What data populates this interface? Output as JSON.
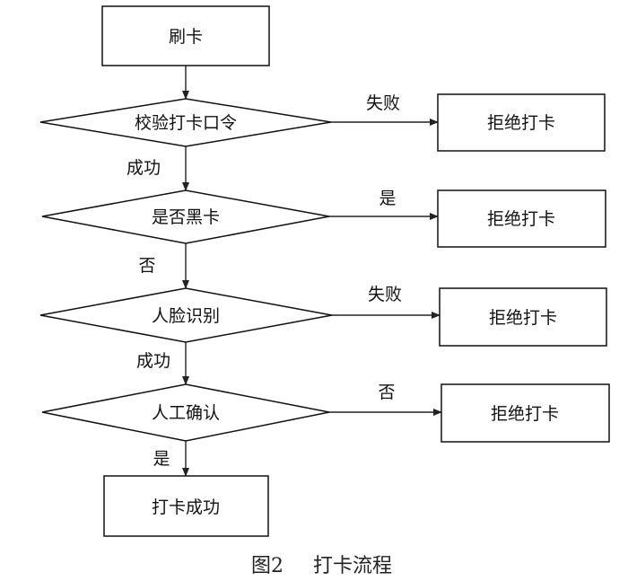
{
  "colors": {
    "stroke": "#111111",
    "background": "#ffffff",
    "text": "#111111"
  },
  "nodes": {
    "swipe_card": "刷卡",
    "verify_password": "校验打卡口令",
    "is_blacklisted": "是否黑卡",
    "face_recognition": "人脸识别",
    "manual_confirm": "人工确认",
    "reject_1": "拒绝打卡",
    "reject_2": "拒绝打卡",
    "reject_3": "拒绝打卡",
    "reject_4": "拒绝打卡",
    "success": "打卡成功"
  },
  "edges": {
    "verify_fail": "失败",
    "verify_success": "成功",
    "blacklist_yes": "是",
    "blacklist_no": "否",
    "face_fail": "失败",
    "face_success": "成功",
    "confirm_no": "否",
    "confirm_yes": "是"
  },
  "caption": {
    "figure_number": "图2",
    "title": "打卡流程"
  }
}
